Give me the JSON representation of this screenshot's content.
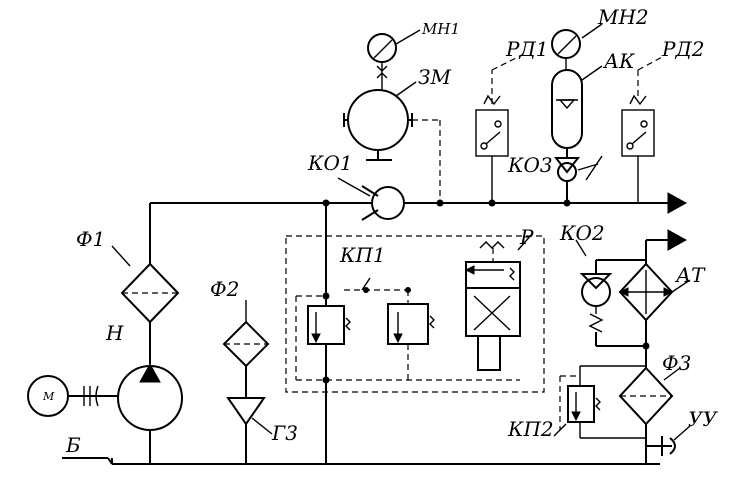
{
  "labels": {
    "mn1": "МН1",
    "mn2": "МН2",
    "zm": "ЗМ",
    "rd1": "РД1",
    "rd2": "РД2",
    "ak": "АК",
    "ko1": "КО1",
    "ko3": "КО3",
    "f1": "Ф1",
    "f2": "Ф2",
    "f3": "Ф3",
    "kp1": "КП1",
    "kp2": "КП2",
    "p": "Р",
    "ko2": "КО2",
    "at": "АТ",
    "h": "Н",
    "m": "М",
    "g3": "Г3",
    "b": "Б",
    "uu": "УУ"
  }
}
